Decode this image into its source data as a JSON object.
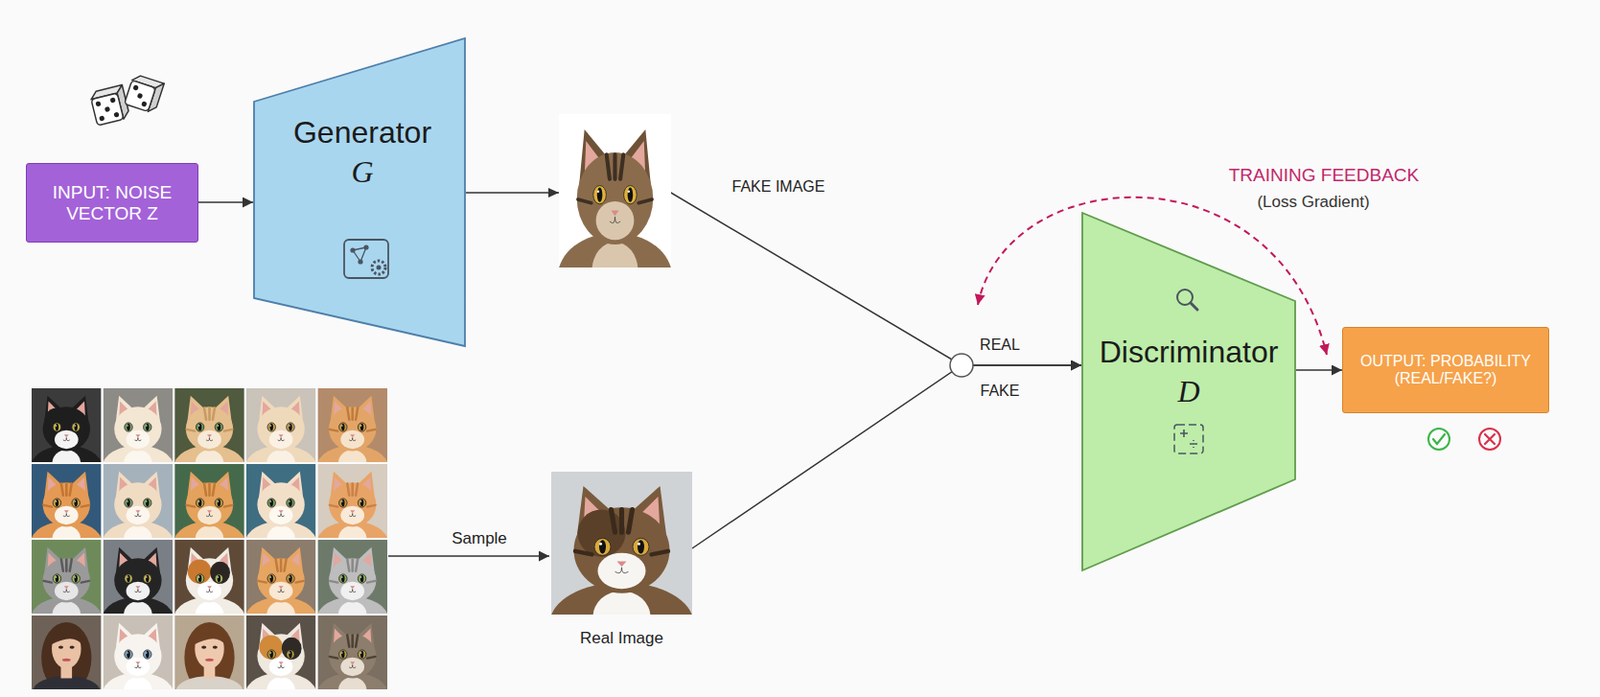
{
  "diagram": {
    "nodes": [
      {
        "text": [
          "INPUT: NOISE VECTOR Z"
        ]
      },
      {
        "text": [
          "Generator",
          "G"
        ]
      },
      {
        "text": [
          "Real Image"
        ]
      },
      {
        "text": [
          "Discriminator",
          "D"
        ]
      },
      {
        "text": [
          "OUTPUT: PROBABILITY (REAL/FAKE?)"
        ]
      }
    ],
    "edges": [
      {
        "from": 0,
        "to": 1,
        "arrow": "to"
      },
      {
        "from": 1,
        "to": 3,
        "arrow": "to",
        "label": "FAKE IMAGE"
      },
      {
        "from": 2,
        "to": 3,
        "arrow": "to"
      },
      {
        "from": 3,
        "to": 4,
        "arrow": "to"
      }
    ],
    "labels": [
      "TRAINING FEEDBACK",
      "(Loss Gradient)",
      "REAL",
      "FAKE",
      "Sample"
    ]
  }
}
